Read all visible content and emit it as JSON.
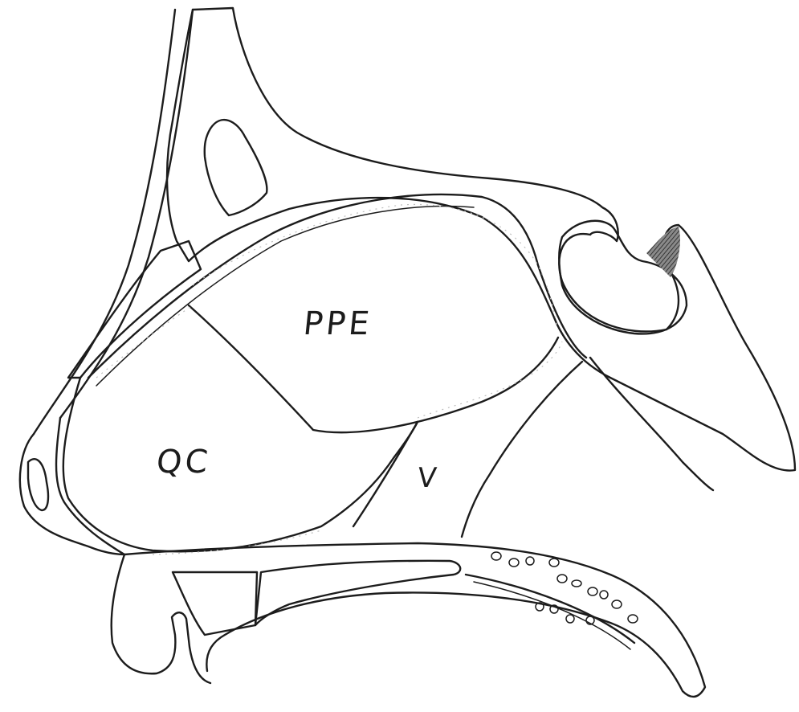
{
  "labels": {
    "ppe": "PPE",
    "qc": "QC",
    "v": "V"
  },
  "colors": {
    "ink": "#1c1c1c",
    "bone_fill": "#bcbcbc",
    "dense_fill": "#6e6e6e",
    "paper": "#ffffff"
  }
}
